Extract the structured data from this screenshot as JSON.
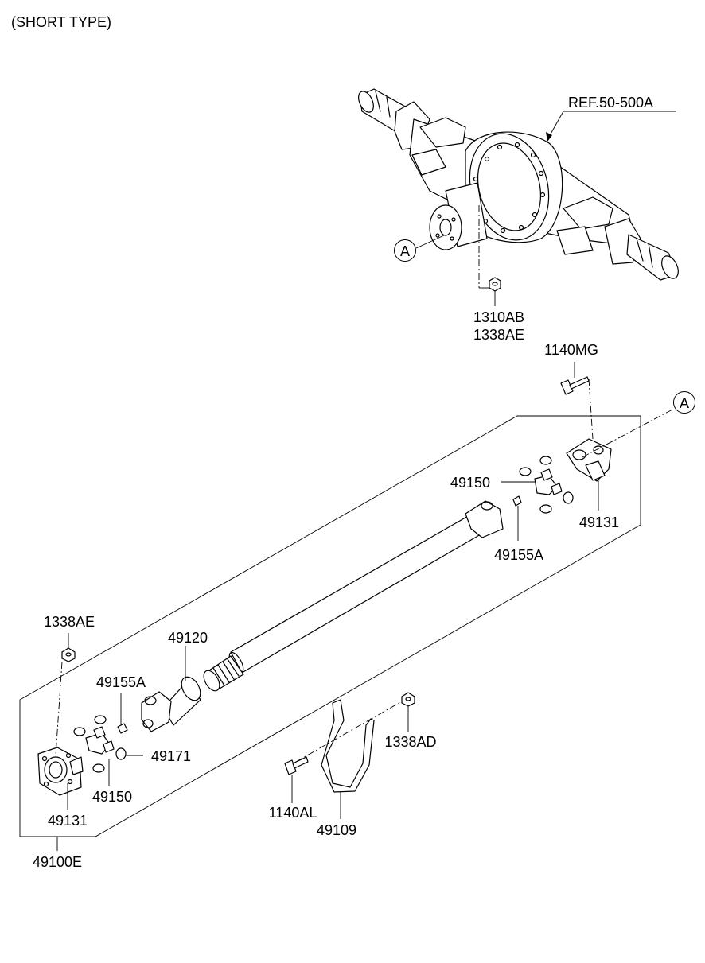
{
  "title": "(SHORT TYPE)",
  "labels": {
    "ref": "REF.50-500A",
    "nut_1": "1310AB",
    "nut_2": "1338AE",
    "bolt_top": "1140MG",
    "spider_right": "49150",
    "flange_right": "49131",
    "fitting_right": "49155A",
    "nut_left": "1338AE",
    "yoke": "49120",
    "fitting_left": "49155A",
    "snap_ring": "49171",
    "spider_left": "49150",
    "flange_left": "49131",
    "assembly": "49100E",
    "bolt_bracket": "1140AL",
    "bracket": "49109",
    "nut_bracket": "1338AD"
  },
  "callouts": {
    "axle_ref": "A",
    "flange_ref": "A"
  }
}
